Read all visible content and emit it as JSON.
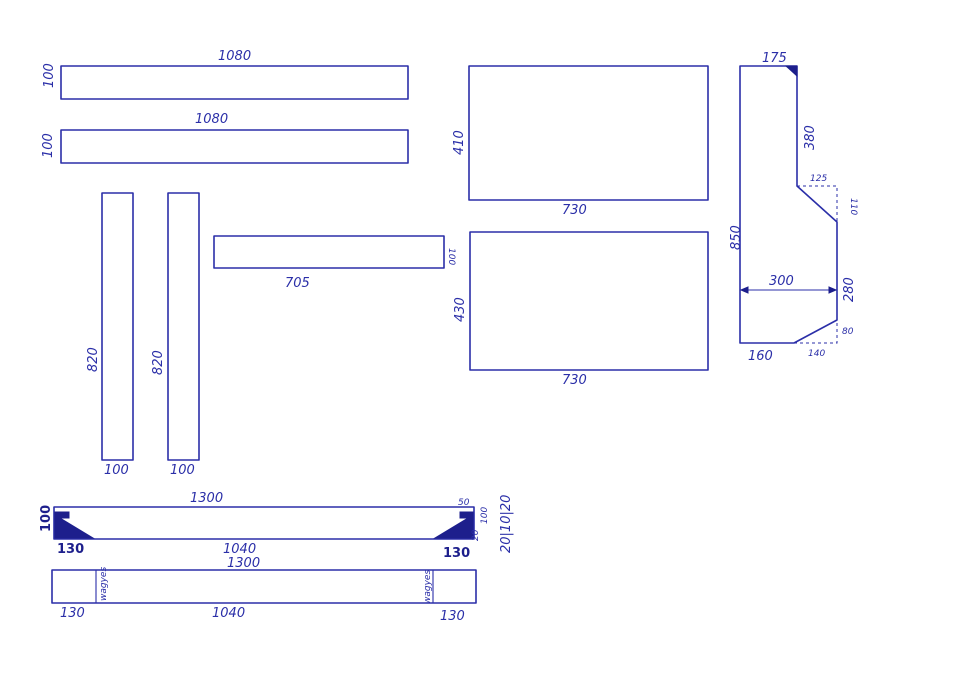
{
  "labels": {
    "bar1_len": "1080",
    "bar1_h": "100",
    "bar2_len": "1080",
    "bar2_h": "100",
    "post1_len": "820",
    "post1_w": "100",
    "post2_len": "820",
    "post2_w": "100",
    "rail_len": "705",
    "rail_h": "100",
    "panel1_h": "410",
    "panel1_w": "730",
    "panel2_h": "430",
    "panel2_w": "730",
    "side_top": "175",
    "side_upper": "380",
    "side_notch_w": "125",
    "side_notch_h": "110",
    "side_height": "850",
    "side_width": "300",
    "side_lower": "280",
    "side_bottom_left": "160",
    "side_bottom_chamfer": "140",
    "side_chamfer_h": "80",
    "beam_len": "1300",
    "beam_h": "100",
    "beam_inner": "1040",
    "beam_end_left": "130",
    "beam_end_right": "130",
    "beam_small_50": "50",
    "beam_small_20": "20",
    "beam_small_100": "100",
    "beam_stack": "20|10|20",
    "base_len": "1300",
    "base_inner": "1040",
    "base_end_left": "130",
    "base_end_right": "130",
    "base_mark_left": "wagyes",
    "base_mark_right": "wagyes"
  },
  "colors": {
    "ink": "#2b2fa8",
    "ink_dark": "#1d1f8c",
    "paper": "#ffffff"
  }
}
